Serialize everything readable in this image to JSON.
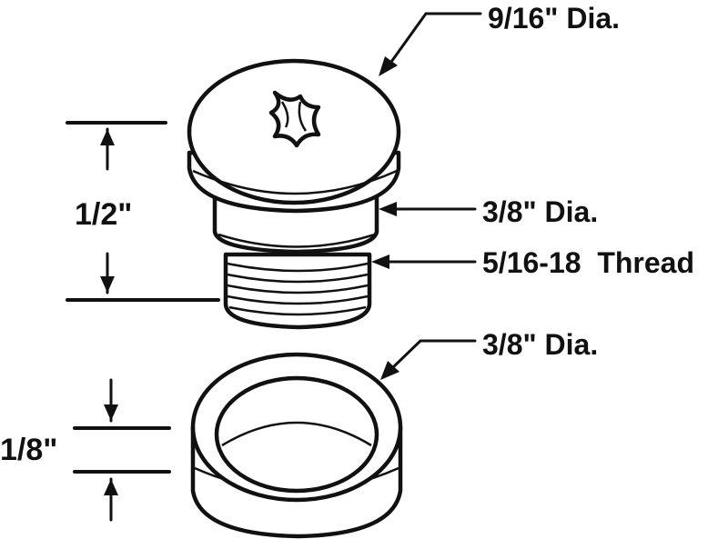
{
  "diagram": {
    "labels": {
      "head_diameter": "9/16\" Dia.",
      "shank_diameter": "3/8\" Dia.",
      "thread_spec": "5/16-18  Thread",
      "ring_diameter": "3/8\" Dia.",
      "bolt_height": "1/2\"",
      "ring_height": "1/8\""
    },
    "colors": {
      "ink": "#111111",
      "background": "#ffffff"
    }
  }
}
